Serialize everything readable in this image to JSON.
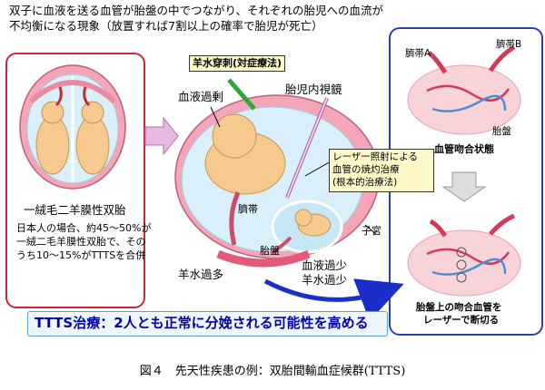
{
  "header": {
    "line1": "双子に血液を送る血管が胎盤の中でつながり、それぞれの胎児への血流が",
    "line2": "不均衡になる現象（放置すれば7割以上の確率で胎児が死亡）"
  },
  "left_panel": {
    "title": "一絨毛二羊膜性双胎",
    "desc1": "日本人の場合、約45〜50%が",
    "desc2": "一絨二毛羊膜性双胎で、その",
    "desc3": "うち10〜15%がTTTSを合併"
  },
  "center": {
    "amniocentesis": "羊水穿刺(対症療法)",
    "blood_excess": "血液過剰",
    "fetoscope": "胎児内視鏡",
    "laser1": "レーザー照射による",
    "laser2": "血管の焼灼治療",
    "laser3": "(根本的治療法)",
    "umbilical_cord": "臍帯",
    "uterus": "子宮",
    "placenta": "胎盤",
    "polyhydramnios": "羊水過多",
    "blood_shortage": "血液過少",
    "oligohydramnios": "羊水過少"
  },
  "right_panel": {
    "cord_a": "臍帯A",
    "cord_b": "臍帯B",
    "placenta": "胎盤",
    "anastomosis": "血管吻合状態",
    "cut1": "胎盤上の吻合血管を",
    "cut2": "レーザーで断切る"
  },
  "caption": "TTTS治療：2人とも正常に分娩される可能性を高める",
  "figure_caption": "図４　先天性疾患の例：双胎間輸血症候群(TTTS)",
  "colors": {
    "red_frame": "#c8283a",
    "blue_frame": "#2b3fb5",
    "uterus_pink": "#f4a6b8",
    "amniotic": "#d9f0fb",
    "fetus": "#f6c98e",
    "arrow_blue": "#1a2fc9"
  }
}
